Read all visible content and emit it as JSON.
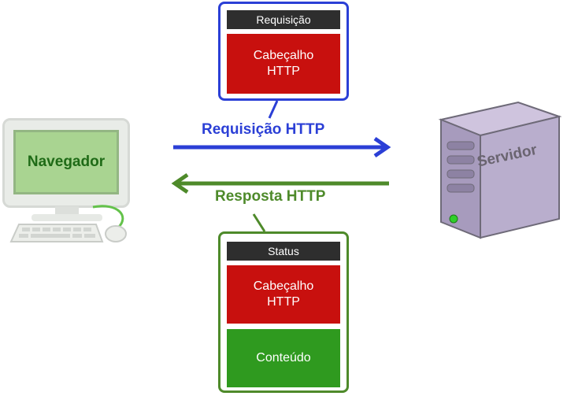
{
  "request_box": {
    "header": "Requisição",
    "block": "Cabeçalho\nHTTP"
  },
  "response_box": {
    "header": "Status",
    "block1": "Cabeçalho\nHTTP",
    "block2": "Conteúdo"
  },
  "arrows": {
    "request_label": "Requisição HTTP",
    "response_label": "Resposta HTTP"
  },
  "browser": {
    "label": "Navegador"
  },
  "server": {
    "label": "Servidor"
  },
  "colors": {
    "request": "#2b3fd6",
    "response": "#4e8a2a",
    "header_block": "#c8100e",
    "content_block": "#2f9a1f"
  }
}
